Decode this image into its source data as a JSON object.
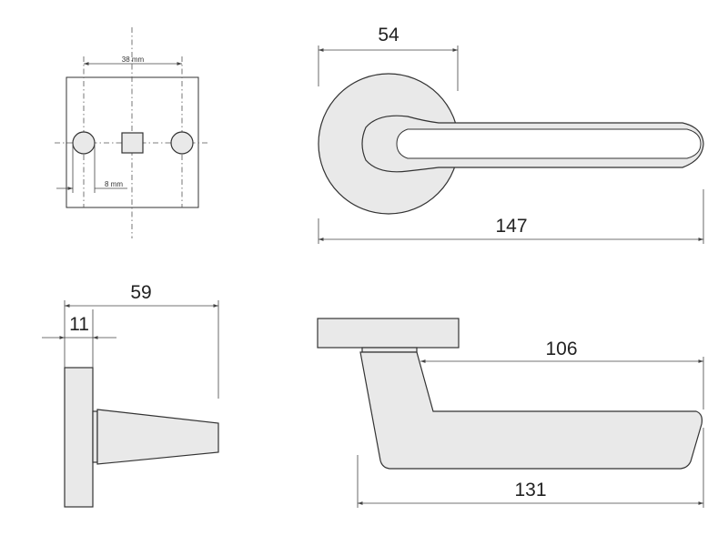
{
  "plate_view": {
    "hole_spacing_label": "38 mm",
    "hole_diameter_label": "8 mm"
  },
  "front_view": {
    "rose_diameter_label": "54",
    "total_length_label": "147"
  },
  "side_view": {
    "total_depth_label": "59",
    "rose_thickness_label": "11"
  },
  "top_view": {
    "grip_length_label": "106",
    "handle_length_label": "131"
  }
}
